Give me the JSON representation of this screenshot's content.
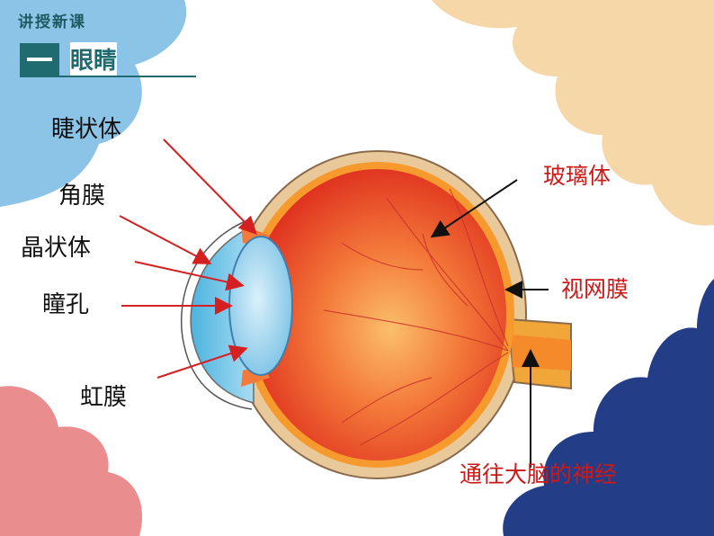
{
  "header": {
    "section_tag": "讲授新课",
    "title": "眼睛"
  },
  "labels": {
    "ciliary_body": "睫状体",
    "cornea": "角膜",
    "lens": "晶状体",
    "pupil": "瞳孔",
    "iris": "虹膜",
    "vitreous_body": "玻璃体",
    "retina": "视网膜",
    "optic_nerve": "通往大脑的神经"
  },
  "colors": {
    "title_teal": "#1f6b6f",
    "left_label_text": "#111111",
    "right_label_text": "#cc1a1a",
    "arrow_red": "#d42020",
    "arrow_black": "#111111",
    "cloud_blue": "#8cc4e8",
    "cloud_peach": "#f5d7a8",
    "cloud_navy": "#233d86",
    "cloud_pink": "#e98d8f"
  }
}
